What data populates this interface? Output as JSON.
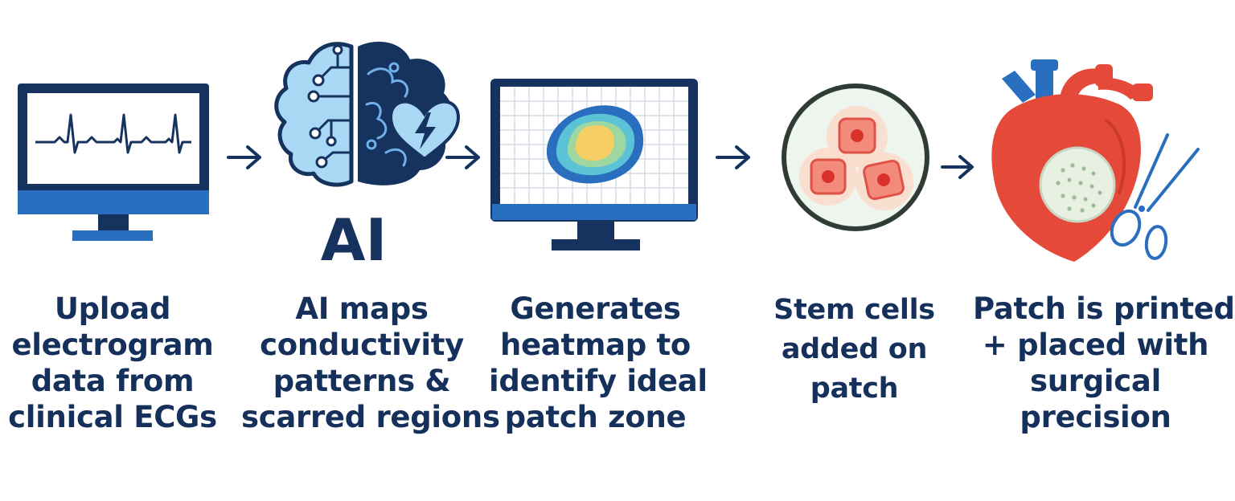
{
  "ai_label": "AI",
  "steps": [
    {
      "icon": "ecg-monitor-icon",
      "lines": [
        "Upload",
        "electrogram",
        "data from",
        "clinical ECGs"
      ]
    },
    {
      "icon": "ai-brain-heart-icon",
      "lines": [
        "AI maps",
        "conductivity",
        "patterns &",
        "scarred regions"
      ]
    },
    {
      "icon": "heatmap-monitor-icon",
      "lines": [
        "Generates",
        "heatmap to",
        "identify ideal",
        "patch zone"
      ]
    },
    {
      "icon": "stem-cell-dish-icon",
      "lines": [
        "Stem cells",
        "added on",
        "patch"
      ]
    },
    {
      "icon": "heart-patch-scissors-icon",
      "lines": [
        "Patch is printed",
        "+ placed with",
        "surgical",
        "precision"
      ]
    }
  ],
  "colors": {
    "navy": "#16325f",
    "blue": "#2a6ec0",
    "light_blue": "#a9d8f5",
    "heart_red": "#e5493a",
    "text": "#15305a"
  }
}
